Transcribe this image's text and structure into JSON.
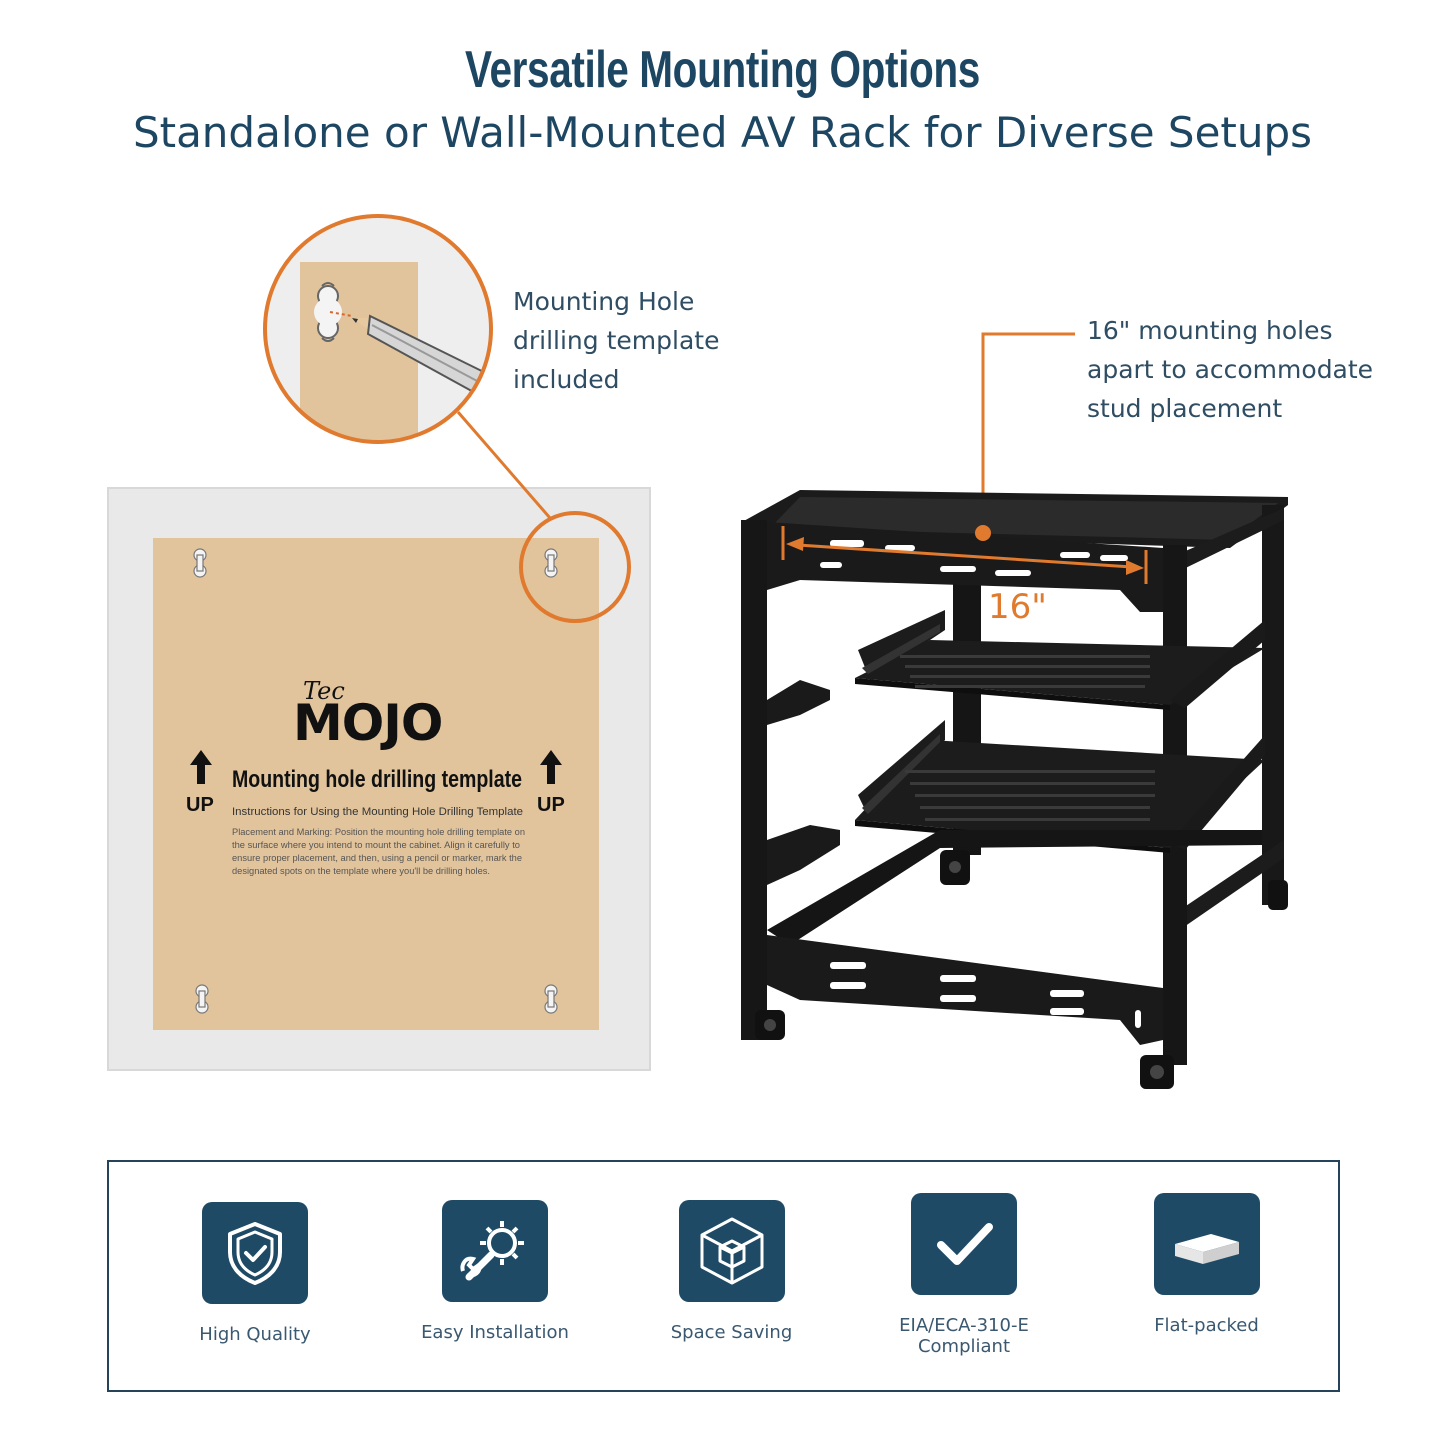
{
  "header": {
    "title": "Versatile Mounting Options",
    "subtitle": "Standalone or Wall-Mounted AV Rack for Diverse Setups"
  },
  "callouts": {
    "template": [
      "Mounting Hole",
      "drilling template",
      "included"
    ],
    "holes": [
      "16\" mounting holes",
      "apart to accommodate",
      "stud placement"
    ]
  },
  "template_card": {
    "brand_small": "Tec",
    "brand_large": "MOJO",
    "arrow_label": "UP",
    "heading": "Mounting hole drilling template",
    "subheading": "Instructions for Using the Mounting Hole Drilling Template",
    "body_lines": [
      "Placement and Marking: Position the mounting hole drilling template on",
      "the surface where you intend to mount the cabinet. Align it carefully to",
      "ensure proper placement, and then, using a pencil or marker, mark the",
      "designated spots on the template where you'll be drilling holes."
    ]
  },
  "rack": {
    "dimension_label": "16\""
  },
  "features": [
    {
      "label": [
        "High Quality"
      ],
      "icon": "shield-check-icon"
    },
    {
      "label": [
        "Easy Installation"
      ],
      "icon": "wrench-gear-icon"
    },
    {
      "label": [
        "Space Saving"
      ],
      "icon": "cube-icon"
    },
    {
      "label": [
        "EIA/ECA-310-E",
        "Compliant"
      ],
      "icon": "checkmark-icon"
    },
    {
      "label": [
        "Flat-packed"
      ],
      "icon": "flat-box-icon"
    }
  ],
  "colors": {
    "navy": "#1e4a66",
    "orange": "#e07a2e",
    "kraft": "#e2c49c"
  }
}
